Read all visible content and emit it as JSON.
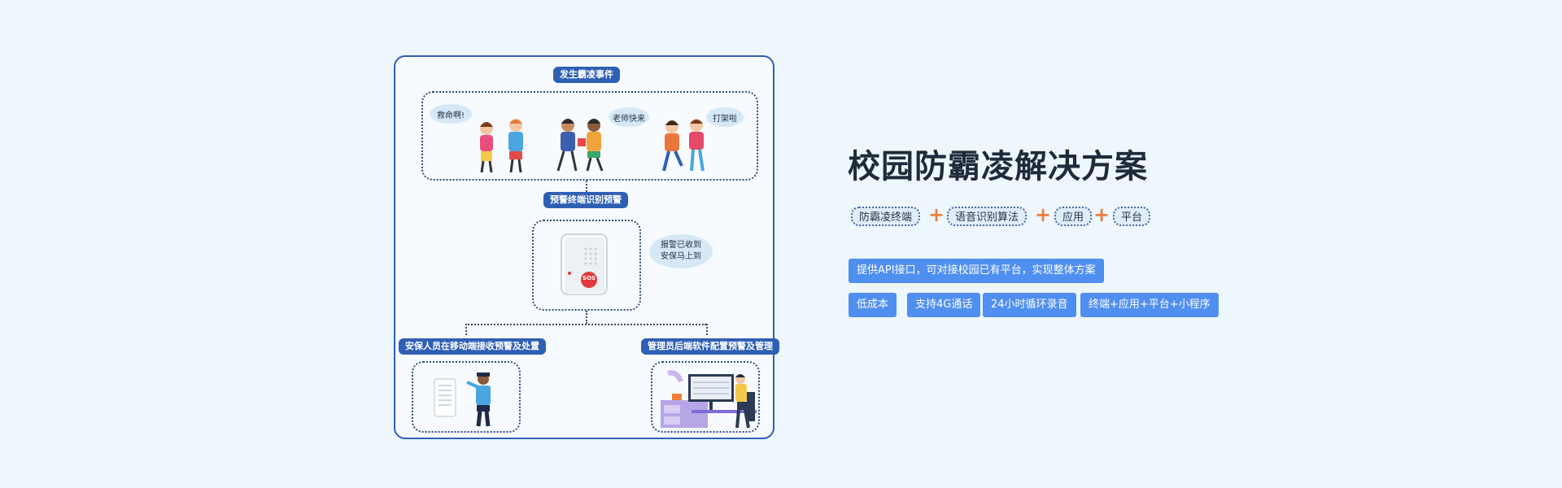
{
  "diagram": {
    "step1": "发生霸凌事件",
    "bubbles": [
      "救命啊!",
      "老师快来",
      "打架啦"
    ],
    "step2": "预警终端识别预警",
    "device_button": "SOS",
    "device_bubble_line1": "报警已收到",
    "device_bubble_line2": "安保马上到",
    "step3_left": "安保人员在移动端接收预警及处置",
    "step3_right": "管理员后端软件配置预警及管理"
  },
  "solution": {
    "title": "校园防霸凌解决方案",
    "components": [
      "防霸凌终端",
      "语音识别算法",
      "应用",
      "平台"
    ],
    "plus": "+",
    "api": "提供API接口，可对接校园已有平台，实现整体方案",
    "features": [
      "低成本",
      "支持4G通话",
      "24小时循环录音",
      "终端+应用+平台+小程序"
    ]
  },
  "colors": {
    "accent": "#2f5fb4",
    "feature_blue": "#4f8ff0",
    "plus_orange": "#f07f3a",
    "background": "#eef7fd"
  }
}
